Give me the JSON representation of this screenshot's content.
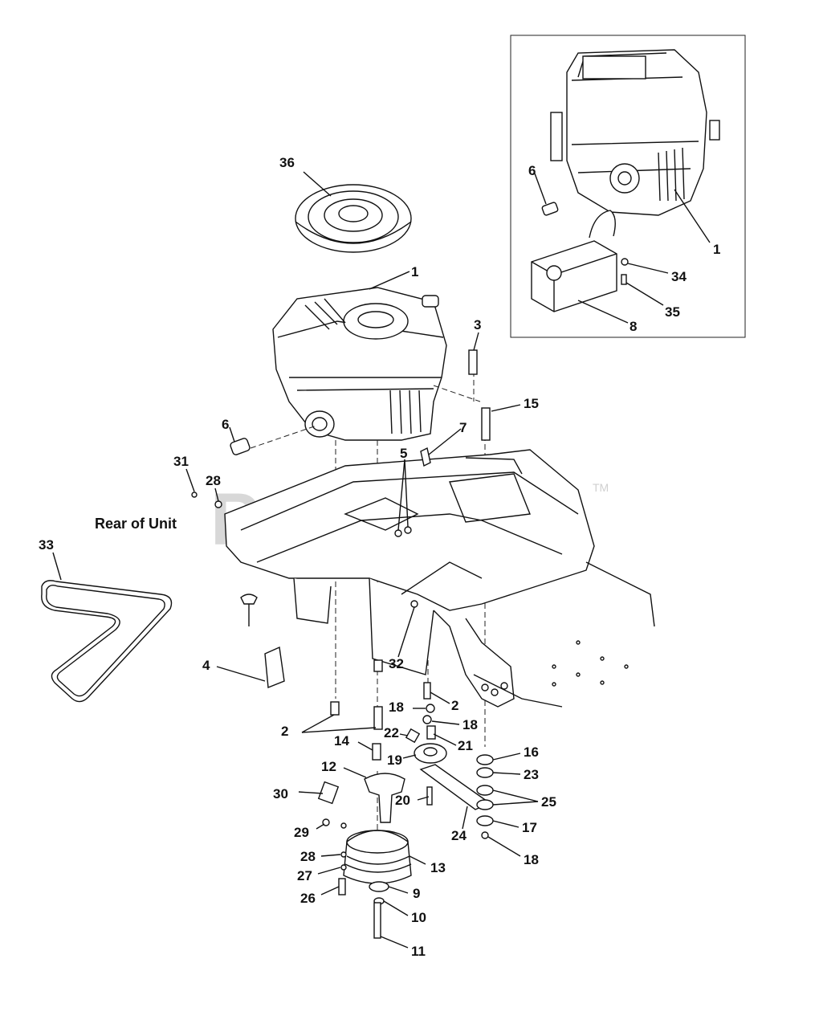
{
  "watermark": {
    "text": "PartsTree",
    "trademark": "TM"
  },
  "labels": {
    "rear_of_unit": "Rear of Unit"
  },
  "callouts": {
    "c36": "36",
    "c1": "1",
    "c3": "3",
    "c15": "15",
    "c6": "6",
    "c7": "7",
    "c5": "5",
    "c31": "31",
    "c28": "28",
    "c33": "33",
    "c4": "4",
    "c32": "32",
    "c2a": "2",
    "c2b": "2",
    "c18a": "18",
    "c18b": "18",
    "c22": "22",
    "c21": "21",
    "c14": "14",
    "c19": "19",
    "c16": "16",
    "c12": "12",
    "c23": "23",
    "c30": "30",
    "c20": "20",
    "c25": "25",
    "c17": "17",
    "c24": "24",
    "c29": "29",
    "c28b": "28",
    "c13": "13",
    "c18c": "18",
    "c27": "27",
    "c9": "9",
    "c26": "26",
    "c10": "10",
    "c11": "11",
    "inset_c6": "6",
    "inset_c1": "1",
    "inset_c34": "34",
    "inset_c35": "35",
    "inset_c8": "8"
  }
}
